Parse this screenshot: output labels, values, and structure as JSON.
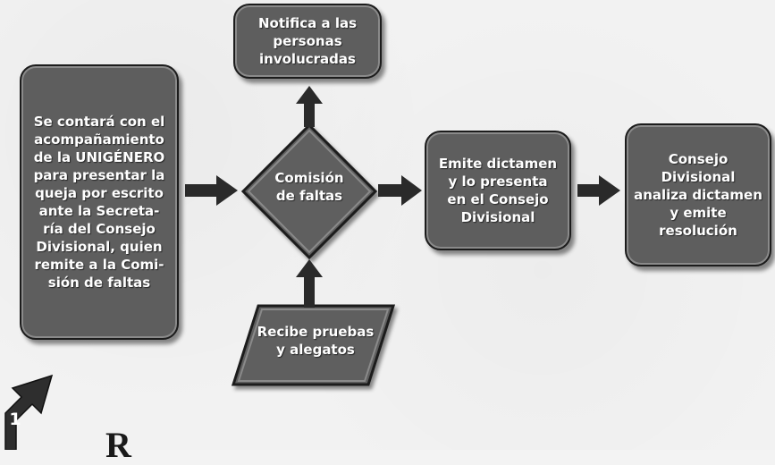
{
  "boxes": {
    "queja": "Se contará con el\nacompañamiento\nde la UNIGÉNERO\npara presentar la\nqueja por escrito\nante la Secreta-\nría del Consejo\nDivisional, quien\nremite a la Comi-\nsión de faltas",
    "notifica": "Notifica a las\npersonas\ninvolucradas",
    "emite": "Emite dictamen\ny lo presenta\nen el Consejo\nDivisional",
    "consejo": "Consejo\nDivisional\nanaliza dictamen\ny emite\nresolución"
  },
  "decision": {
    "label": "Comisión\nde faltas"
  },
  "input": {
    "label": "Recibe pruebas\ny alegatos"
  },
  "step_badge": {
    "number": "1"
  },
  "footer": {
    "text": "R"
  },
  "colors": {
    "box_fill": "#5e5e5e",
    "box_border": "#1c1c1c",
    "arrow": "#2a2a2a"
  }
}
